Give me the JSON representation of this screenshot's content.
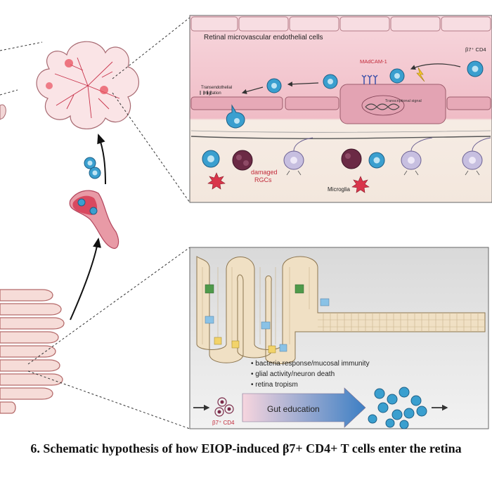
{
  "retina_panel": {
    "title": "Retinal microvascular endothelial cells",
    "labels": {
      "b7_cd4": "β7⁺ CD4",
      "madcam": "MAdCAM-1",
      "transcriptional": "Transcriptional signal",
      "transendothelial_line1": "Transendothelial",
      "transendothelial_line2": "migration",
      "damaged_line1": "damaged",
      "damaged_line2": "RGCs",
      "microglia": "Microglia"
    }
  },
  "gut_panel": {
    "bullets": [
      "bacteria response/mucosal immunity",
      "glial activity/neuron death",
      "retina tropism"
    ],
    "arrow_label": "Gut education",
    "b7_cd4": "β7⁺ CD4"
  },
  "caption": "6. Schematic hypothesis of how EIOP-induced β7+ CD4+ T cells enter the retina",
  "colors": {
    "retina_pink": "#f2c4cc",
    "vessel_red": "#e0607a",
    "tcell_blue": "#3a9fcf",
    "damaged_purple": "#6b2a45",
    "microglia_red": "#d9354a",
    "gut_tan": "#f0e0c4",
    "arrow_blue": "#4a86c8"
  }
}
